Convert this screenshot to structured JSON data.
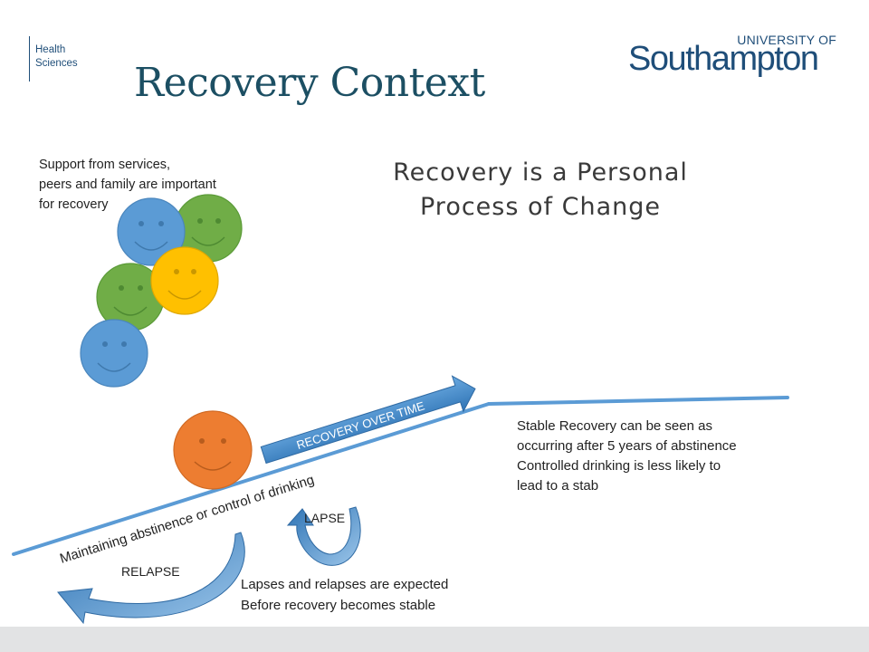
{
  "header": {
    "faculty_line1": "Health",
    "faculty_line2": "Sciences",
    "title": "Recovery Context",
    "university_top": "UNIVERSITY OF",
    "university_main": "Southampton"
  },
  "subtitle": {
    "line1": "Recovery is a Personal",
    "line2": "Process of Change"
  },
  "support_text": [
    "Support from services,",
    "peers and family are important",
    "for recovery"
  ],
  "stable_text": [
    "Stable Recovery can be seen as",
    "occurring after 5 years of abstinence",
    "Controlled drinking is less likely to",
    "lead to a stable"
  ],
  "lapses_text": [
    "Lapses and relapses are expected",
    "Before recovery becomes stable"
  ],
  "labels": {
    "recovery_over_time": "RECOVERY OVER TIME",
    "maintaining": "Maintaining abstinence or control of drinking",
    "lapse": "LAPSE",
    "relapse": "RELAPSE"
  },
  "colors": {
    "title": "#1c4f63",
    "blue": "#5b9bd5",
    "green": "#70ad47",
    "yellow": "#ffc000",
    "orange": "#ed7d31",
    "arrow_fill": "#3f86c9"
  }
}
